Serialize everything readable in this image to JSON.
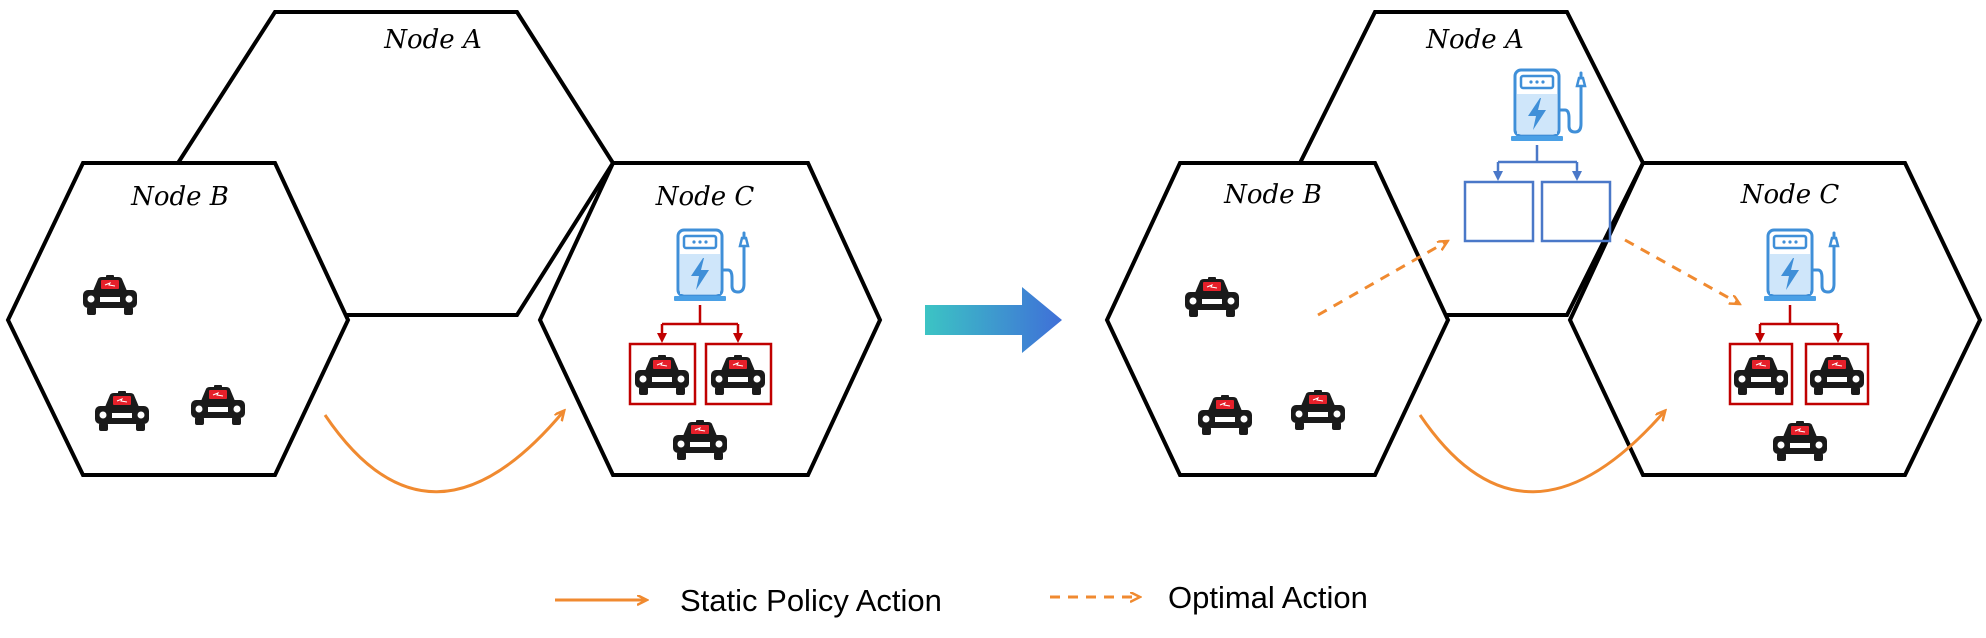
{
  "nodes": {
    "a_label": "Node A",
    "b_label": "Node B",
    "c_label": "Node C"
  },
  "legend": {
    "static_label": "Static Policy Action",
    "optimal_label": "Optimal Action"
  },
  "icons": {
    "vehicle": "taxi-icon",
    "station": "charging-station-icon",
    "transition": "right-arrow-icon"
  },
  "colors": {
    "action_arrow": "#f08a30",
    "charger_box": "#c00000",
    "new_charger_box": "#4a78c8",
    "station_icon": "#3f8fd8"
  }
}
